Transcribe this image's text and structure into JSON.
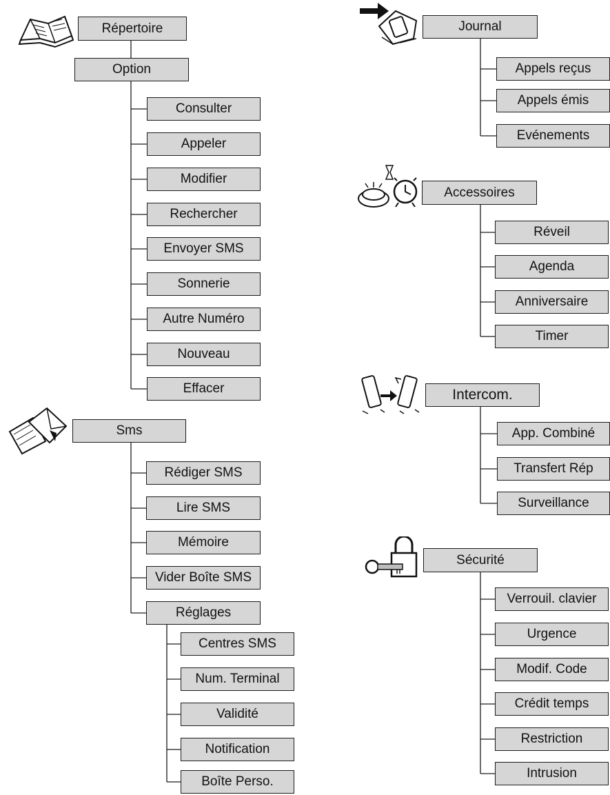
{
  "menus": {
    "repertoire": {
      "title": "Répertoire",
      "icon": "address-book-icon",
      "option": "Option",
      "items": [
        "Consulter",
        "Appeler",
        "Modifier",
        "Rechercher",
        "Envoyer SMS",
        "Sonnerie",
        "Autre Numéro",
        "Nouveau",
        "Effacer"
      ]
    },
    "sms": {
      "title": "Sms",
      "icon": "envelope-letter-icon",
      "items": [
        "Rédiger SMS",
        "Lire SMS",
        "Mémoire",
        "Vider Boîte SMS",
        "Réglages"
      ],
      "reglages_items": [
        "Centres SMS",
        "Num. Terminal",
        "Validité",
        "Notification",
        "Boîte Perso."
      ]
    },
    "journal": {
      "title": "Journal",
      "icon": "call-log-icon",
      "items": [
        "Appels reçus",
        "Appels émis",
        "Evénements"
      ]
    },
    "accessoires": {
      "title": "Accessoires",
      "icon": "clock-timer-icon",
      "items": [
        "Réveil",
        "Agenda",
        "Anniversaire",
        "Timer"
      ]
    },
    "intercom": {
      "title": "Intercom.",
      "icon": "handset-transfer-icon",
      "items": [
        "App. Combiné",
        "Transfert Rép",
        "Surveillance"
      ]
    },
    "securite": {
      "title": "Sécurité",
      "icon": "padlock-key-icon",
      "items": [
        "Verrouil. clavier",
        "Urgence",
        "Modif. Code",
        "Crédit temps",
        "Restriction",
        "Intrusion"
      ]
    }
  },
  "colors": {
    "box_fill": "#d6d6d6",
    "line": "#1a1a1a"
  }
}
